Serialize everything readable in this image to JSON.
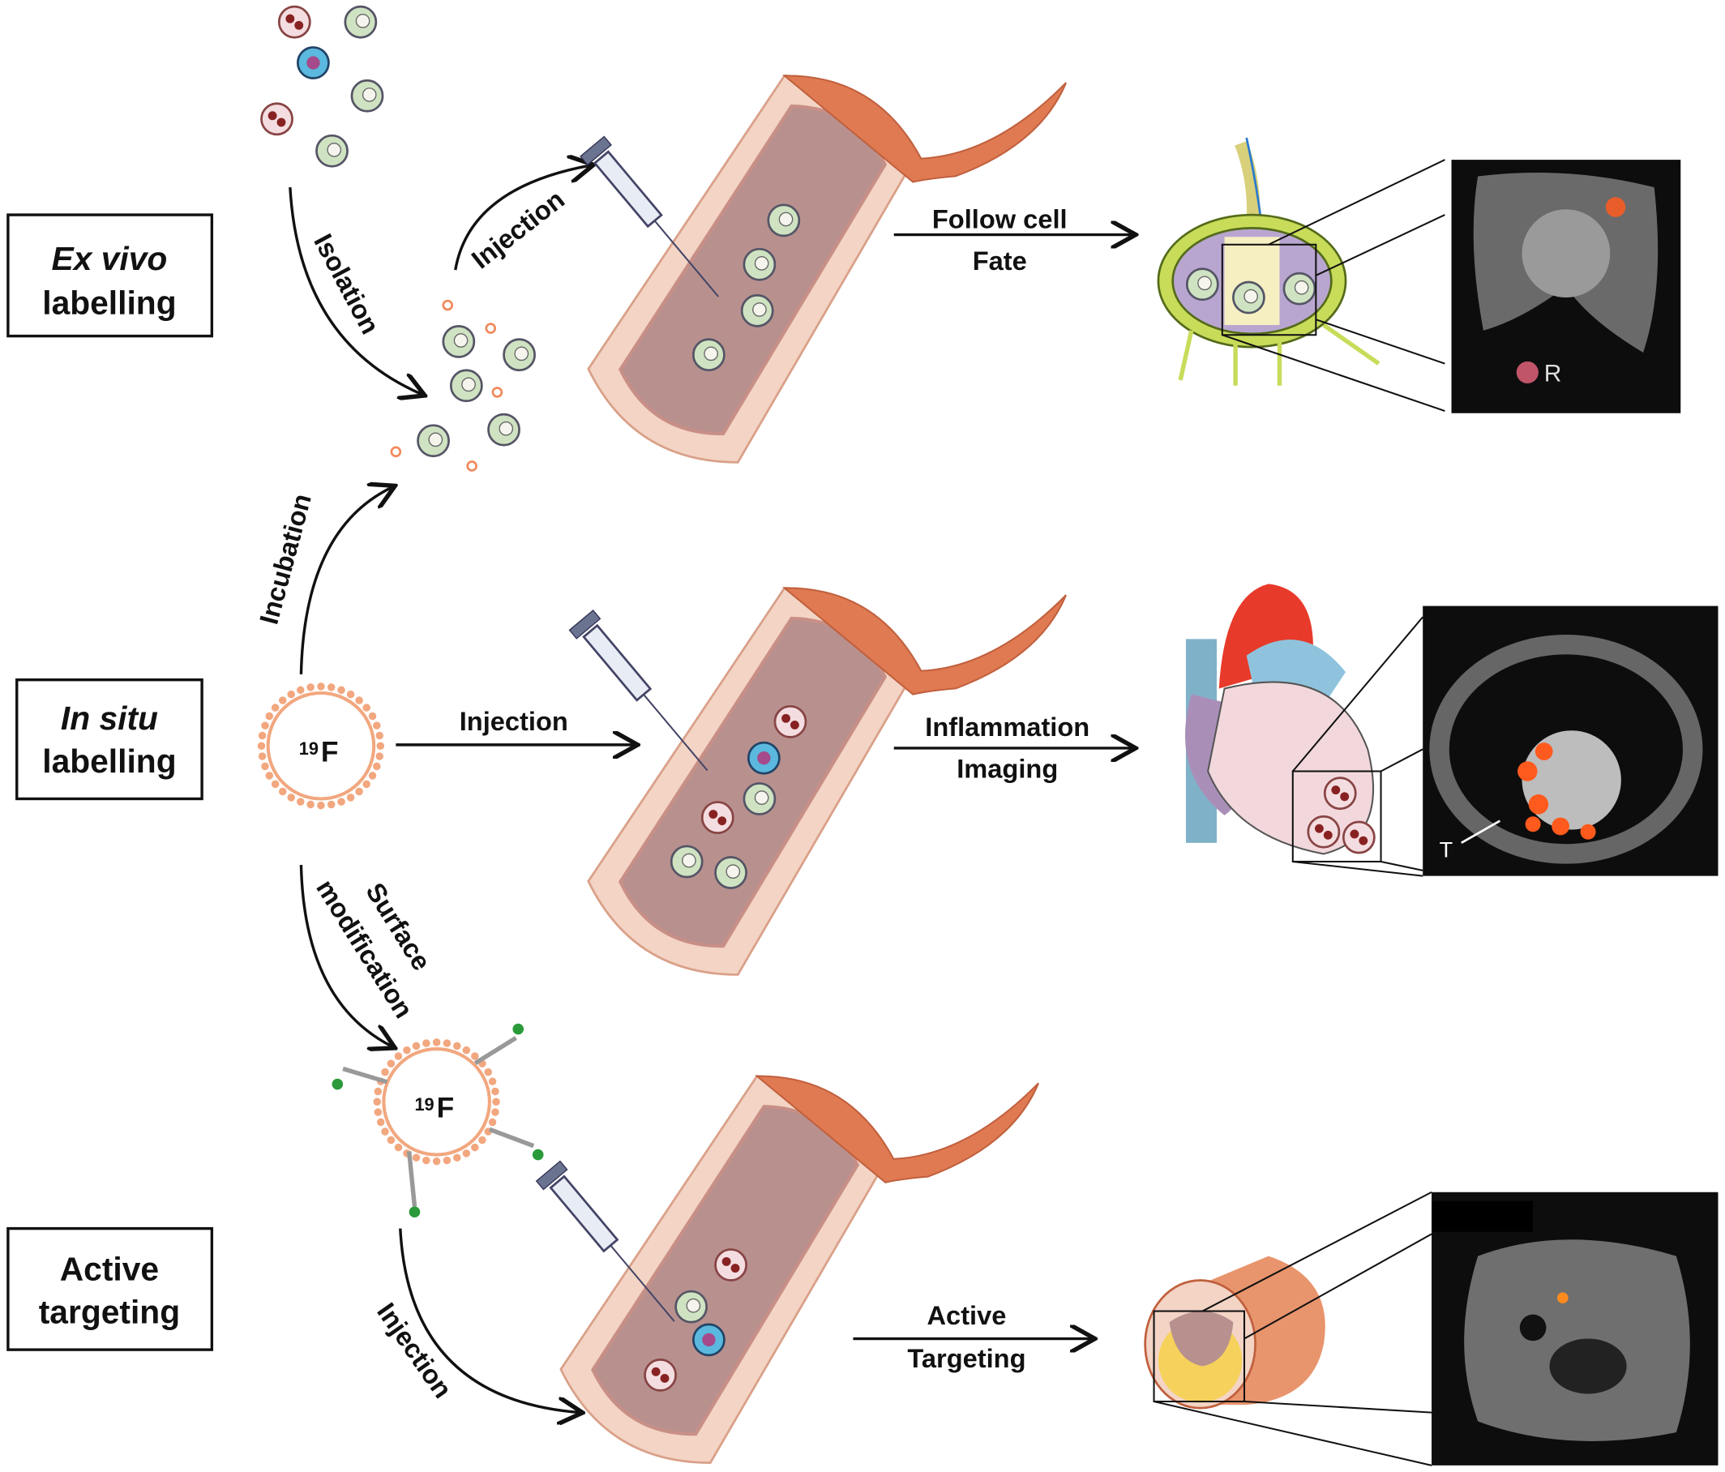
{
  "rows": [
    {
      "title_italic": "Ex vivo",
      "title_rest": "labelling",
      "arrow_label": [
        "Follow cell",
        "Fate"
      ],
      "image_marker": "R"
    },
    {
      "title_italic": "In situ",
      "title_rest": "labelling",
      "arrow_label": [
        "Inflammation",
        "Imaging"
      ],
      "image_marker": "T"
    },
    {
      "title_line1": "Active",
      "title_line2": "targeting",
      "arrow_label": [
        "Active",
        "Targeting"
      ]
    }
  ],
  "steps": {
    "isolation": "Isolation",
    "injection_top": "Injection",
    "incubation": "Incubation",
    "injection_mid": "Injection",
    "surface_mod": [
      "Surface",
      "modification"
    ],
    "injection_bottom": "Injection"
  },
  "liposome_label": {
    "sup": "19",
    "main": "F"
  },
  "colors": {
    "vessel_wall": "#e9b9a6",
    "vessel_lumen": "#b8918f",
    "vessel_outer": "#e07a52",
    "liposome": "#f2a77f",
    "cell_green": "#cfe3c2",
    "cell_blue": "#5bb8de",
    "mri_bg": "#0d0d0d",
    "hotspot": "#ff5a1e"
  }
}
